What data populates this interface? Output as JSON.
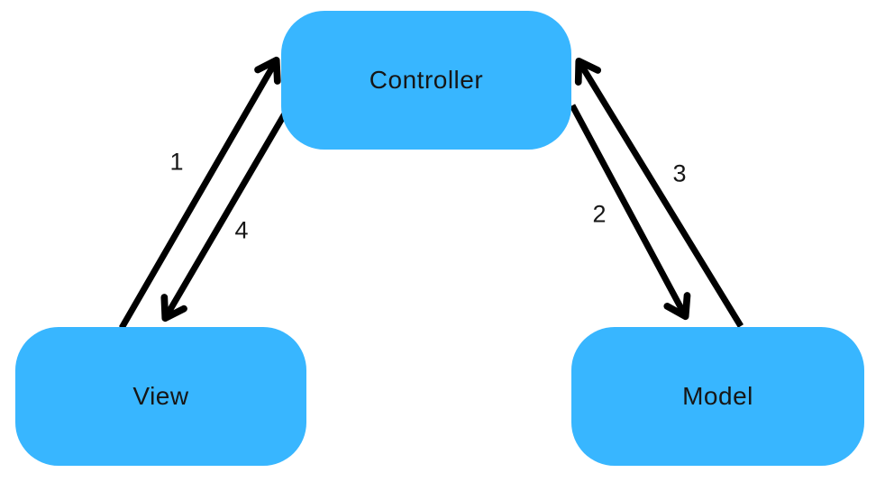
{
  "diagram": {
    "type": "mvc-architecture-diagram",
    "nodes": {
      "controller": {
        "label": "Controller"
      },
      "view": {
        "label": "View"
      },
      "model": {
        "label": "Model"
      }
    },
    "edges": [
      {
        "label": "1",
        "from": "View",
        "to": "Controller"
      },
      {
        "label": "2",
        "from": "Controller",
        "to": "Model"
      },
      {
        "label": "3",
        "from": "Model",
        "to": "Controller"
      },
      {
        "label": "4",
        "from": "Controller",
        "to": "View"
      }
    ],
    "colors": {
      "node_fill": "#38b6ff",
      "arrow": "#000000",
      "text": "#161616",
      "background": "#ffffff"
    }
  }
}
